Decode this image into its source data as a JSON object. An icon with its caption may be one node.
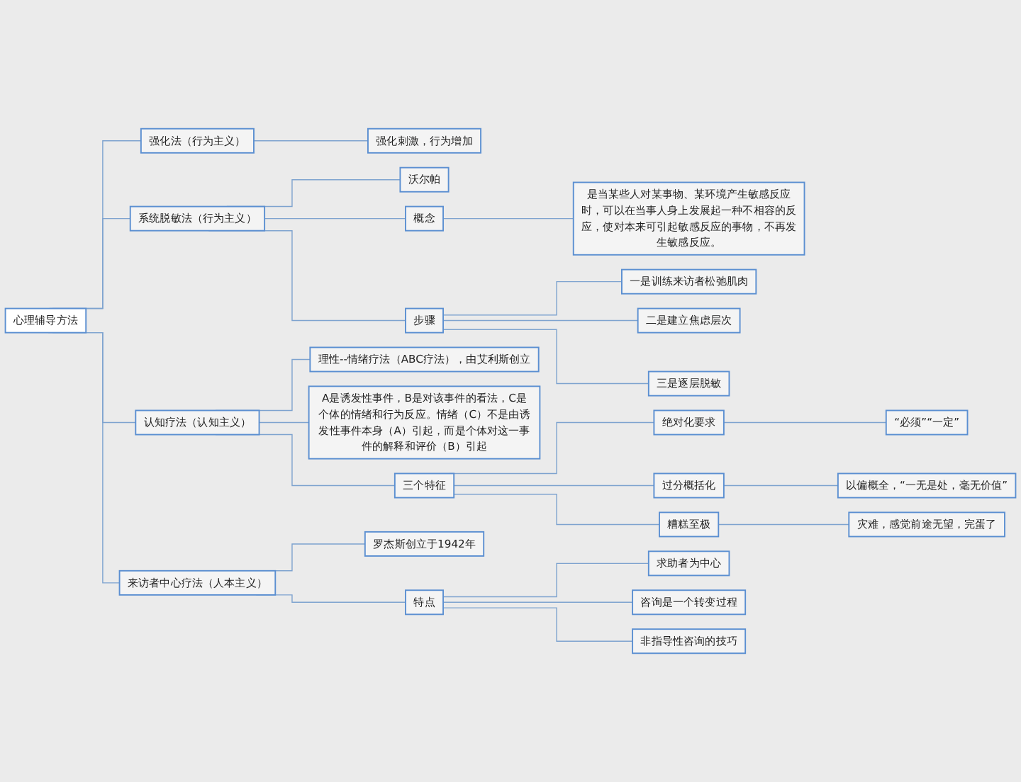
{
  "diagram": {
    "nodes": [
      {
        "text": [
          "心理辅导方法"
        ]
      },
      {
        "text": [
          "强化法（行为主义）"
        ]
      },
      {
        "text": [
          "强化刺激，行为增加"
        ]
      },
      {
        "text": [
          "系统脱敏法（行为主义）"
        ]
      },
      {
        "text": [
          "沃尔帕"
        ]
      },
      {
        "text": [
          "概念"
        ]
      },
      {
        "text": [
          "是当某些人对某事物、某环境产生敏感反应时，可以在当事人身上发展起一种不相容的反应，使对本来可引起敏感反应的事物，不再发生敏感反应。"
        ]
      },
      {
        "text": [
          "步骤"
        ]
      },
      {
        "text": [
          "一是训练来访者松弛肌肉"
        ]
      },
      {
        "text": [
          "二是建立焦虑层次"
        ]
      },
      {
        "text": [
          "三是逐层脱敏"
        ]
      },
      {
        "text": [
          "认知疗法（认知主义）"
        ]
      },
      {
        "text": [
          "理性--情绪疗法（ABC疗法），由艾利斯创立"
        ]
      },
      {
        "text": [
          "A是诱发性事件，B是对该事件的看法，C是个体的情绪和行为反应。情绪（C）不是由诱发性事件本身（A）引起，而是个体对这一事件的解释和评价（B）引起"
        ]
      },
      {
        "text": [
          "三个特征"
        ]
      },
      {
        "text": [
          "绝对化要求"
        ]
      },
      {
        "text": [
          "“必须”“一定”"
        ]
      },
      {
        "text": [
          "过分概括化"
        ]
      },
      {
        "text": [
          "以偏概全，“一无是处，毫无价值”"
        ]
      },
      {
        "text": [
          "糟糕至极"
        ]
      },
      {
        "text": [
          "灾难，感觉前途无望，完蛋了"
        ]
      },
      {
        "text": [
          "来访者中心疗法（人本主义）"
        ]
      },
      {
        "text": [
          "罗杰斯创立于1942年"
        ]
      },
      {
        "text": [
          "特点"
        ]
      },
      {
        "text": [
          "求助者为中心"
        ]
      },
      {
        "text": [
          "咨询是一个转变过程"
        ]
      },
      {
        "text": [
          "非指导性咨询的技巧"
        ]
      }
    ],
    "edges": [
      {
        "from": 0,
        "to": 1,
        "arrow": "none"
      },
      {
        "from": 1,
        "to": 2,
        "arrow": "none"
      },
      {
        "from": 0,
        "to": 3,
        "arrow": "none"
      },
      {
        "from": 3,
        "to": 4,
        "arrow": "none"
      },
      {
        "from": 3,
        "to": 5,
        "arrow": "none"
      },
      {
        "from": 5,
        "to": 6,
        "arrow": "none"
      },
      {
        "from": 3,
        "to": 7,
        "arrow": "none"
      },
      {
        "from": 7,
        "to": 8,
        "arrow": "none"
      },
      {
        "from": 7,
        "to": 9,
        "arrow": "none"
      },
      {
        "from": 7,
        "to": 10,
        "arrow": "none"
      },
      {
        "from": 0,
        "to": 11,
        "arrow": "none"
      },
      {
        "from": 11,
        "to": 12,
        "arrow": "none"
      },
      {
        "from": 11,
        "to": 13,
        "arrow": "none"
      },
      {
        "from": 11,
        "to": 14,
        "arrow": "none"
      },
      {
        "from": 14,
        "to": 15,
        "arrow": "none"
      },
      {
        "from": 15,
        "to": 16,
        "arrow": "none"
      },
      {
        "from": 14,
        "to": 17,
        "arrow": "none"
      },
      {
        "from": 17,
        "to": 18,
        "arrow": "none"
      },
      {
        "from": 14,
        "to": 19,
        "arrow": "none"
      },
      {
        "from": 19,
        "to": 20,
        "arrow": "none"
      },
      {
        "from": 0,
        "to": 21,
        "arrow": "none"
      },
      {
        "from": 21,
        "to": 22,
        "arrow": "none"
      },
      {
        "from": 21,
        "to": 23,
        "arrow": "none"
      },
      {
        "from": 23,
        "to": 24,
        "arrow": "none"
      },
      {
        "from": 23,
        "to": 25,
        "arrow": "none"
      },
      {
        "from": 23,
        "to": 26,
        "arrow": "none"
      }
    ]
  }
}
